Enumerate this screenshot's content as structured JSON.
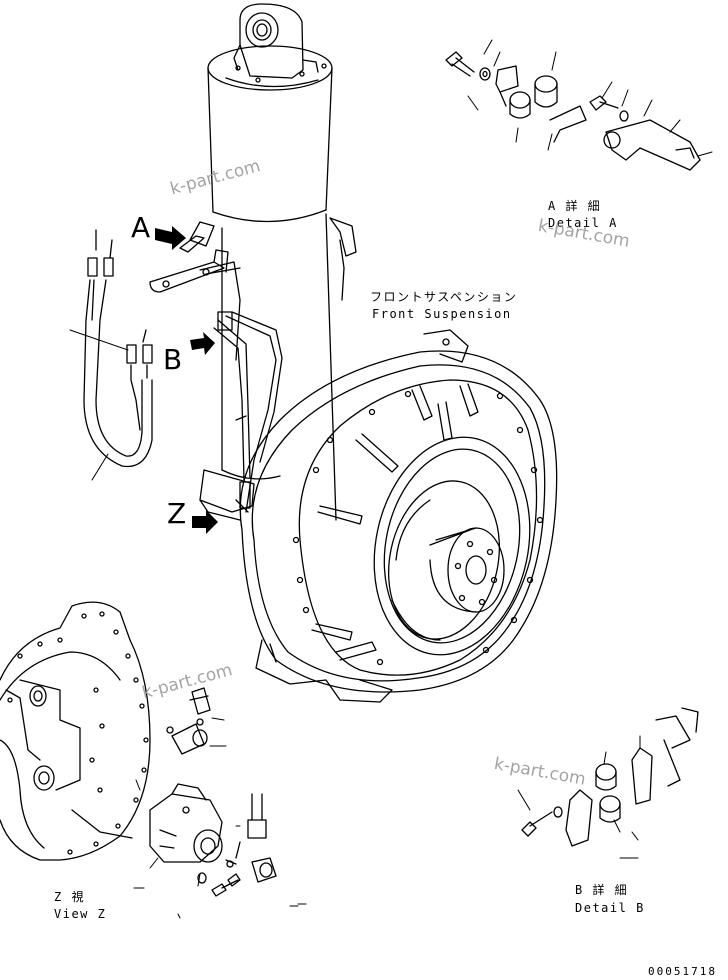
{
  "view_letters": {
    "a": "A",
    "b": "B",
    "z": "Z"
  },
  "labels": {
    "front_suspension_jp": "フロントサスペンション",
    "front_suspension_en": "Front Suspension",
    "detail_a_jp": "A 詳 細",
    "detail_a_en": "Detail A",
    "detail_b_jp": "B 詳 細",
    "detail_b_en": "Detail B",
    "view_z_jp": "Z 視",
    "view_z_en": "View Z"
  },
  "watermarks": [
    "k-part.com",
    "k-part.com",
    "k-part.com",
    "k-part.com"
  ],
  "drawing_code": "00051718",
  "colors": {
    "line": "#000000",
    "watermark": "#9a9a9a",
    "background": "#ffffff"
  }
}
